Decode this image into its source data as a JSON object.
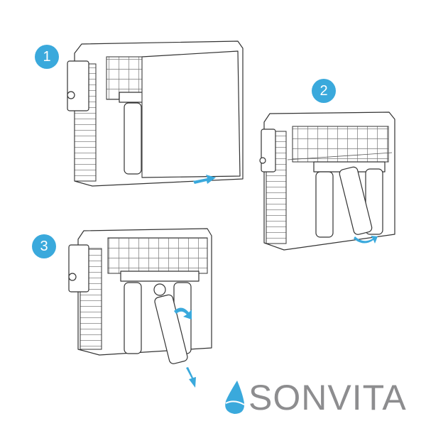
{
  "steps": [
    {
      "number": "1"
    },
    {
      "number": "2"
    },
    {
      "number": "3"
    }
  ],
  "brand": {
    "name": "SONVITA"
  },
  "colors": {
    "accent": "#3aa9dc",
    "logo_text": "#8d8d8f",
    "line": "#333333"
  }
}
